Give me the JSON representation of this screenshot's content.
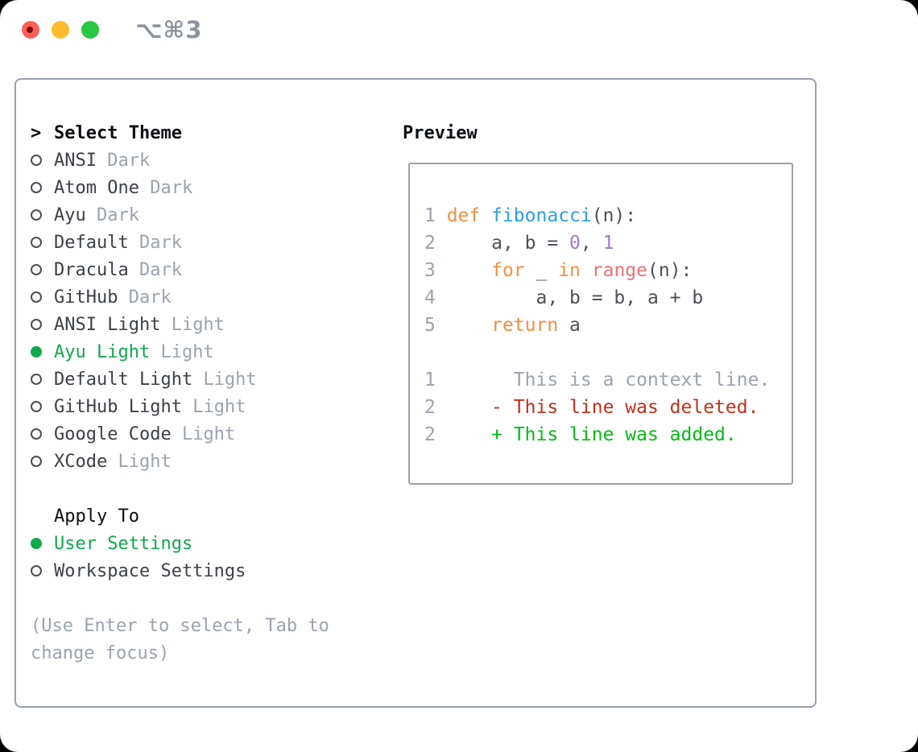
{
  "titlebar": {
    "shortcut": "⌥⌘3"
  },
  "selector": {
    "prompt": ">",
    "title": "Select Theme",
    "themes": [
      {
        "name": "ANSI",
        "variant": "Dark",
        "selected": false
      },
      {
        "name": "Atom One",
        "variant": "Dark",
        "selected": false
      },
      {
        "name": "Ayu",
        "variant": "Dark",
        "selected": false
      },
      {
        "name": "Default",
        "variant": "Dark",
        "selected": false
      },
      {
        "name": "Dracula",
        "variant": "Dark",
        "selected": false
      },
      {
        "name": "GitHub",
        "variant": "Dark",
        "selected": false
      },
      {
        "name": "ANSI Light",
        "variant": "Light",
        "selected": false
      },
      {
        "name": "Ayu Light",
        "variant": "Light",
        "selected": true
      },
      {
        "name": "Default Light",
        "variant": "Light",
        "selected": false
      },
      {
        "name": "GitHub Light",
        "variant": "Light",
        "selected": false
      },
      {
        "name": "Google Code",
        "variant": "Light",
        "selected": false
      },
      {
        "name": "XCode",
        "variant": "Light",
        "selected": false
      }
    ],
    "apply_to": {
      "title": "Apply To",
      "options": [
        {
          "label": "User Settings",
          "selected": true
        },
        {
          "label": "Workspace Settings",
          "selected": false
        }
      ]
    },
    "hint": [
      "(Use Enter to select, Tab to",
      "change focus)"
    ]
  },
  "preview": {
    "title": "Preview",
    "lines": [
      {
        "num": "1",
        "tokens": [
          [
            "def",
            "kw"
          ],
          [
            " ",
            "fg"
          ],
          [
            "fibonacci",
            "fn"
          ],
          [
            "(n):",
            "fg"
          ]
        ]
      },
      {
        "num": "2",
        "tokens": [
          [
            "    a, b = ",
            "fg"
          ],
          [
            "0",
            "num"
          ],
          [
            ", ",
            "fg"
          ],
          [
            "1",
            "num"
          ]
        ]
      },
      {
        "num": "3",
        "tokens": [
          [
            "    ",
            "fg"
          ],
          [
            "for",
            "kw"
          ],
          [
            " _ ",
            "fg"
          ],
          [
            "in",
            "kw"
          ],
          [
            " ",
            "fg"
          ],
          [
            "range",
            "call"
          ],
          [
            "(n):",
            "fg"
          ]
        ]
      },
      {
        "num": "4",
        "tokens": [
          [
            "        a, b = b, a + b",
            "fg"
          ]
        ]
      },
      {
        "num": "5",
        "tokens": [
          [
            "    ",
            "fg"
          ],
          [
            "return",
            "kw"
          ],
          [
            " a",
            "fg"
          ]
        ]
      },
      {
        "num": "",
        "tokens": []
      },
      {
        "num": "1",
        "tokens": [
          [
            "      This is a context line.",
            "ctx"
          ]
        ]
      },
      {
        "num": "2",
        "tokens": [
          [
            "    - This line was deleted.",
            "del"
          ]
        ]
      },
      {
        "num": "2",
        "tokens": [
          [
            "    + This line was added.",
            "add"
          ]
        ]
      }
    ]
  },
  "colors": {
    "accent_green": "#0fa94b",
    "keyword_orange": "#fa8d3e",
    "function_blue": "#2b9fe8",
    "constant_purple": "#a37acc",
    "call_red": "#f07171",
    "diff_deleted": "#c4311c",
    "diff_added": "#00bd13",
    "muted_gray": "#9ba3ad",
    "foreground": "#4c5157"
  }
}
